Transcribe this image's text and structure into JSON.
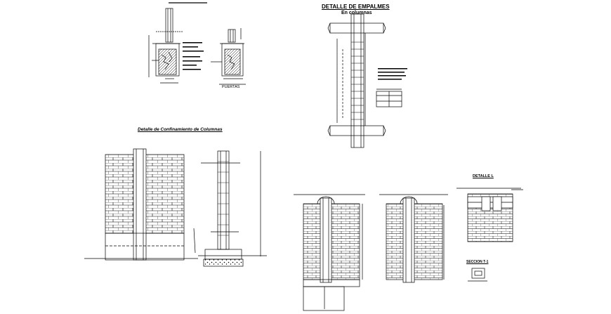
{
  "titles": {
    "empalmes_title": "DETALLE DE EMPALMES",
    "empalmes_subtitle": "En columnas",
    "puertas_label": "PUERTAS",
    "confinamiento_title": "Detalle de Confinamiento de Columnas",
    "detalle_l": "DETALLE L",
    "seccion": "SECCION T-1"
  }
}
